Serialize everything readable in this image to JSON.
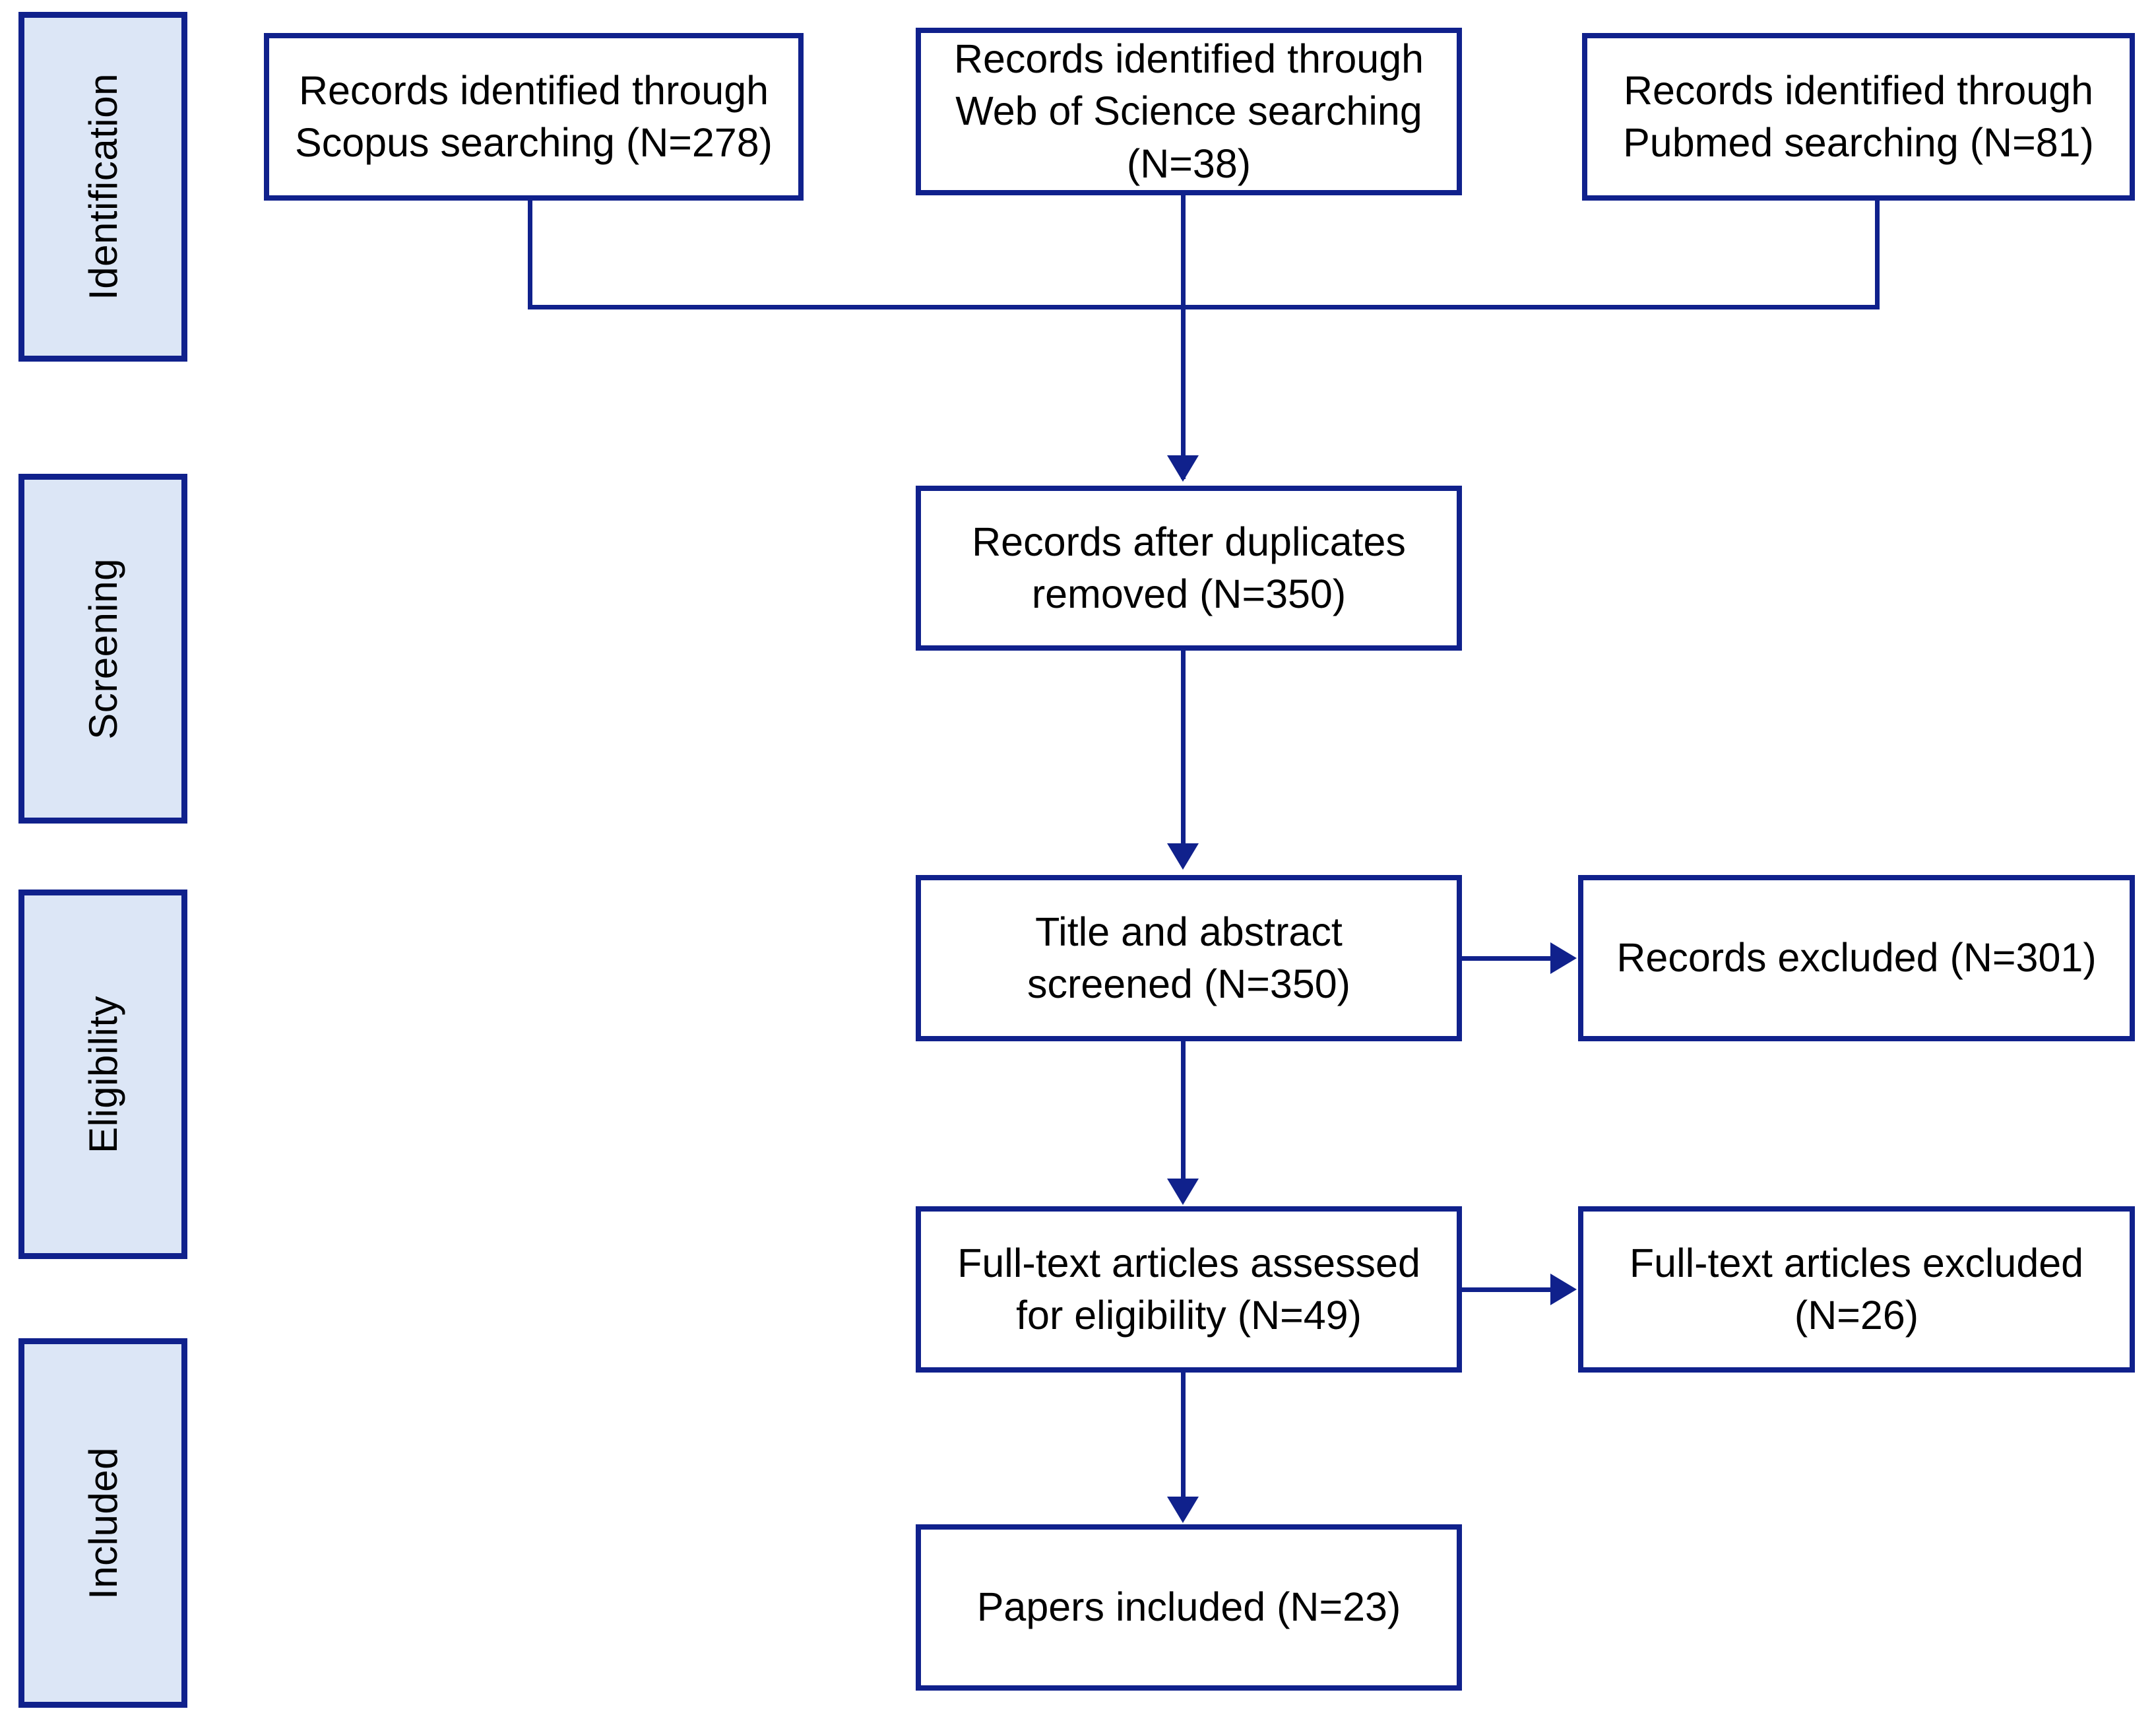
{
  "diagram": {
    "title": "PRISMA study selection flow diagram",
    "colors": {
      "border_blue": "#10218c",
      "stage_fill": "#dce6f6",
      "box_fill": "#ffffff",
      "text": "#000000"
    }
  },
  "stages": [
    {
      "id": "identification",
      "label": "Identification"
    },
    {
      "id": "screening",
      "label": "Screening"
    },
    {
      "id": "eligibility",
      "label": "Eligibility"
    },
    {
      "id": "included",
      "label": "Included"
    }
  ],
  "sources": [
    {
      "id": "scopus",
      "line1": "Records identified through",
      "line2": "Scopus searching (N=278)",
      "database": "Scopus",
      "count": 278
    },
    {
      "id": "web-of-science",
      "line1": "Records identified through",
      "line2": "Web of Science searching",
      "line3": "(N=38)",
      "database": "Web of Science",
      "count": 38
    },
    {
      "id": "pubmed",
      "line1": "Records identified through",
      "line2": "Pubmed searching (N=81)",
      "database": "Pubmed",
      "count": 81
    }
  ],
  "flow": {
    "duplicates_removed": {
      "line1": "Records after duplicates",
      "line2": "removed (N=350)",
      "count": 350
    },
    "screened": {
      "line1": "Title and abstract",
      "line2": "screened (N=350)",
      "count": 350
    },
    "records_excluded": {
      "line1": "Records excluded (N=301)",
      "count": 301
    },
    "fulltext_assessed": {
      "line1": "Full-text articles assessed",
      "line2": "for eligibility (N=49)",
      "count": 49
    },
    "fulltext_excluded": {
      "line1": "Full-text articles excluded",
      "line2": "(N=26)",
      "count": 26
    },
    "included": {
      "line1": "Papers included (N=23)",
      "count": 23
    }
  }
}
